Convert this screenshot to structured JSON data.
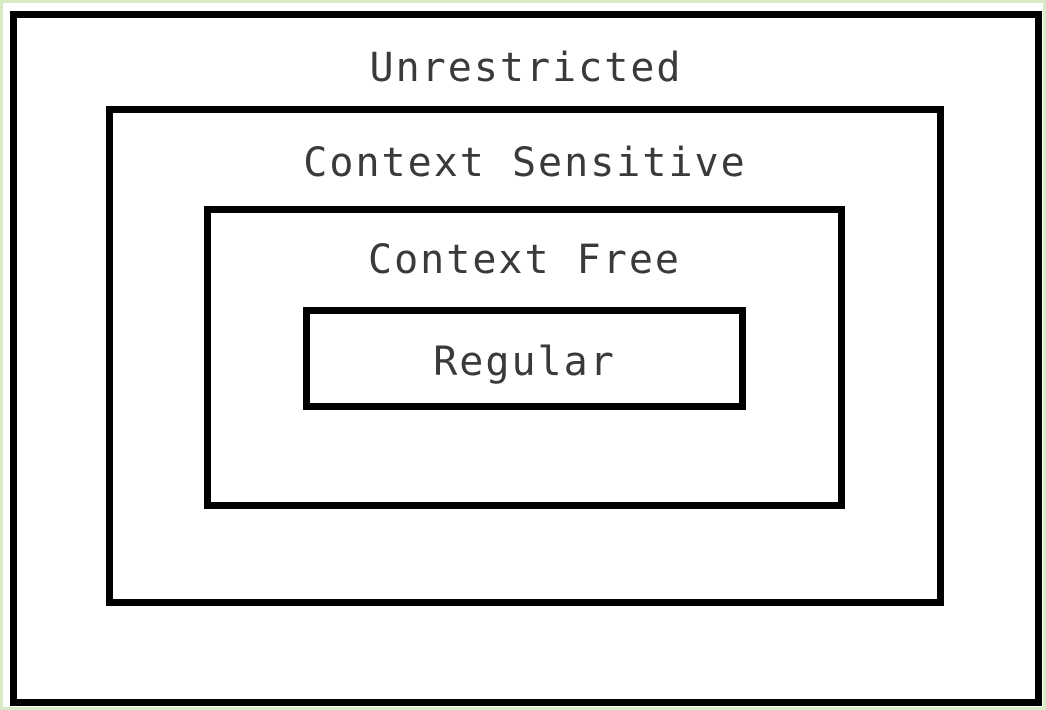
{
  "diagram": {
    "levels": [
      {
        "id": "unrestricted",
        "label": "Unrestricted"
      },
      {
        "id": "context-sensitive",
        "label": "Context Sensitive"
      },
      {
        "id": "context-free",
        "label": "Context Free"
      },
      {
        "id": "regular",
        "label": "Regular"
      }
    ]
  },
  "colors": {
    "border": "#000000",
    "text": "#3a3a3a",
    "background": "#ffffff",
    "outer_frame": "#d7ebc4"
  }
}
